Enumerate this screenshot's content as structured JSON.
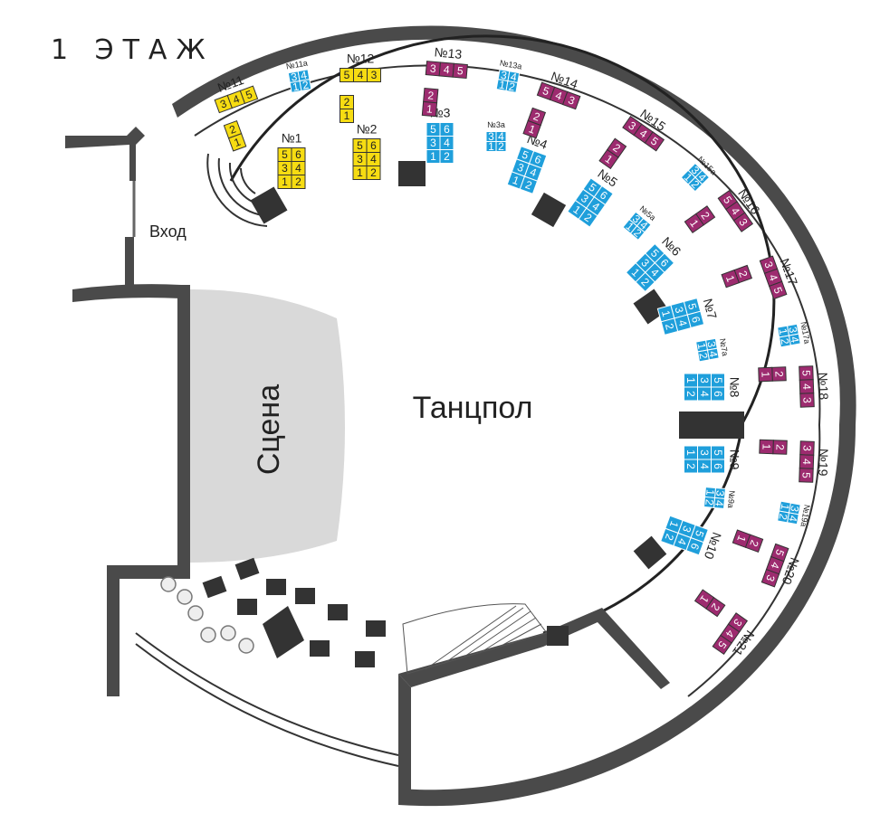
{
  "floor_title": "1 ЭТАЖ",
  "labels": {
    "entrance": "Вход",
    "stage": "Сцена",
    "dancefloor": "Танцпол"
  },
  "colors": {
    "vip_yellow": "#f6dc12",
    "standard_blue": "#1f9fdb",
    "lodge_purple": "#9d2b6f",
    "stage_gray": "#d9d9d9",
    "wall_gray": "#4a4a4a"
  },
  "tables": [
    {
      "name": "№1",
      "group": "yellow",
      "seats": [
        "5",
        "6",
        "3",
        "4",
        "1",
        "2"
      ]
    },
    {
      "name": "№2",
      "group": "yellow",
      "seats": [
        "5",
        "6",
        "3",
        "4",
        "1",
        "2"
      ]
    },
    {
      "name": "№3",
      "group": "blue",
      "seats": [
        "5",
        "6",
        "3",
        "4",
        "1",
        "2"
      ]
    },
    {
      "name": "№3а",
      "group": "blue",
      "seats": [
        "3",
        "4",
        "1",
        "2"
      ]
    },
    {
      "name": "№4",
      "group": "blue",
      "seats": [
        "5",
        "6",
        "3",
        "4",
        "1",
        "2"
      ]
    },
    {
      "name": "№5",
      "group": "blue",
      "seats": [
        "5",
        "6",
        "3",
        "4",
        "1",
        "2"
      ]
    },
    {
      "name": "№5а",
      "group": "blue",
      "seats": [
        "3",
        "4",
        "1",
        "2"
      ]
    },
    {
      "name": "№6",
      "group": "blue",
      "seats": [
        "5",
        "6",
        "3",
        "4",
        "1",
        "2"
      ]
    },
    {
      "name": "№7",
      "group": "blue",
      "seats": [
        "5",
        "6",
        "3",
        "4",
        "1",
        "2"
      ]
    },
    {
      "name": "№7а",
      "group": "blue",
      "seats": [
        "3",
        "4",
        "1",
        "2"
      ]
    },
    {
      "name": "№8",
      "group": "blue",
      "seats": [
        "5",
        "6",
        "3",
        "4",
        "1",
        "2"
      ]
    },
    {
      "name": "№9",
      "group": "blue",
      "seats": [
        "5",
        "6",
        "3",
        "4",
        "1",
        "2"
      ]
    },
    {
      "name": "№9а",
      "group": "blue",
      "seats": [
        "3",
        "4",
        "1",
        "2"
      ]
    },
    {
      "name": "№10",
      "group": "blue",
      "seats": [
        "5",
        "6",
        "3",
        "4",
        "1",
        "2"
      ]
    },
    {
      "name": "№11",
      "group": "yellow",
      "seats": [
        "3",
        "4",
        "5",
        "2",
        "1"
      ]
    },
    {
      "name": "№11а",
      "group": "blue",
      "seats": [
        "3",
        "4",
        "1",
        "2"
      ]
    },
    {
      "name": "№12",
      "group": "yellow",
      "seats": [
        "5",
        "4",
        "3",
        "2",
        "1"
      ]
    },
    {
      "name": "№13",
      "group": "purple",
      "seats": [
        "3",
        "4",
        "5",
        "2",
        "1"
      ]
    },
    {
      "name": "№13а",
      "group": "blue",
      "seats": [
        "3",
        "4",
        "1",
        "2"
      ]
    },
    {
      "name": "№14",
      "group": "purple",
      "seats": [
        "5",
        "4",
        "3",
        "2",
        "1"
      ]
    },
    {
      "name": "№15",
      "group": "purple",
      "seats": [
        "3",
        "4",
        "5",
        "2",
        "1"
      ]
    },
    {
      "name": "№15а",
      "group": "blue",
      "seats": [
        "3",
        "4",
        "1",
        "2"
      ]
    },
    {
      "name": "№16",
      "group": "purple",
      "seats": [
        "5",
        "4",
        "3",
        "2",
        "1"
      ]
    },
    {
      "name": "№17",
      "group": "purple",
      "seats": [
        "3",
        "4",
        "5",
        "2",
        "1"
      ]
    },
    {
      "name": "№17а",
      "group": "blue",
      "seats": [
        "3",
        "4",
        "1",
        "2"
      ]
    },
    {
      "name": "№18",
      "group": "purple",
      "seats": [
        "5",
        "4",
        "3",
        "2",
        "1"
      ]
    },
    {
      "name": "№19",
      "group": "purple",
      "seats": [
        "3",
        "4",
        "5",
        "2",
        "1"
      ]
    },
    {
      "name": "№19а",
      "group": "blue",
      "seats": [
        "3",
        "4",
        "1",
        "2"
      ]
    },
    {
      "name": "№20",
      "group": "purple",
      "seats": [
        "5",
        "4",
        "3",
        "2",
        "1"
      ]
    },
    {
      "name": "№21",
      "group": "purple",
      "seats": [
        "3",
        "4",
        "5",
        "2",
        "1"
      ]
    }
  ]
}
